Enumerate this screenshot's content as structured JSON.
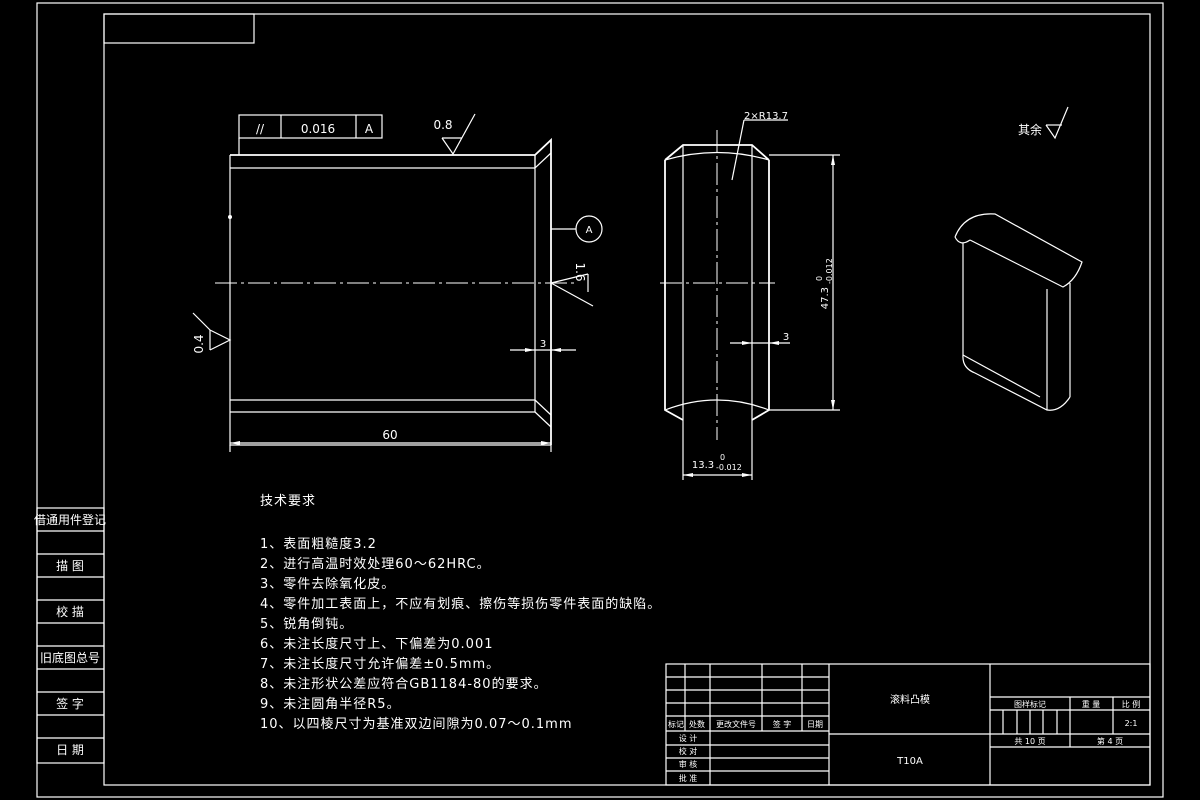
{
  "gdt": {
    "symbol": "//",
    "tolerance": "0.016",
    "datum": "A"
  },
  "roughness": {
    "top": "0.8",
    "right": "1.6",
    "left": "0.4",
    "others_label": "其余"
  },
  "datum_label": "A",
  "dims": {
    "length": "60",
    "chamfer_front": "3",
    "chamfer_side": "3",
    "radius": "2×R13.7",
    "height_val": "47.3",
    "height_upper": "0",
    "height_lower": "-0.012",
    "width_val": "13.3",
    "width_upper": "0",
    "width_lower": "-0.012"
  },
  "tech": {
    "title": "技术要求",
    "items": [
      "1、表面粗糙度3.2",
      "2、进行高温时效处理60～62HRC。",
      "3、零件去除氧化皮。",
      "4、零件加工表面上，不应有划痕、擦伤等损伤零件表面的缺陷。",
      "5、锐角倒钝。",
      "6、未注长度尺寸上、下偏差为0.001",
      "7、未注长度尺寸允许偏差±0.5mm。",
      "8、未注形状公差应符合GB1184-80的要求。",
      "9、未注圆角半径R5。",
      "10、以四棱尺寸为基准双边间隙为0.07～0.1mm"
    ]
  },
  "side_block": {
    "labels": [
      "借通用件登记",
      "描 图",
      "校 描",
      "旧底图总号",
      "签 字",
      "日 期"
    ]
  },
  "title_block": {
    "part_name": "滚料凸模",
    "material": "T10A",
    "rev_headers": [
      "标记",
      "处数",
      "更改文件号",
      "签 字",
      "日期"
    ],
    "roles": [
      "设 计",
      "校 对",
      "审 核",
      "批 准"
    ],
    "stage_headers": [
      "图样标记",
      "重 量",
      "比 例"
    ],
    "scale": "2:1",
    "sheets_total": "共 10 页",
    "sheet_no": "第 4 页"
  }
}
